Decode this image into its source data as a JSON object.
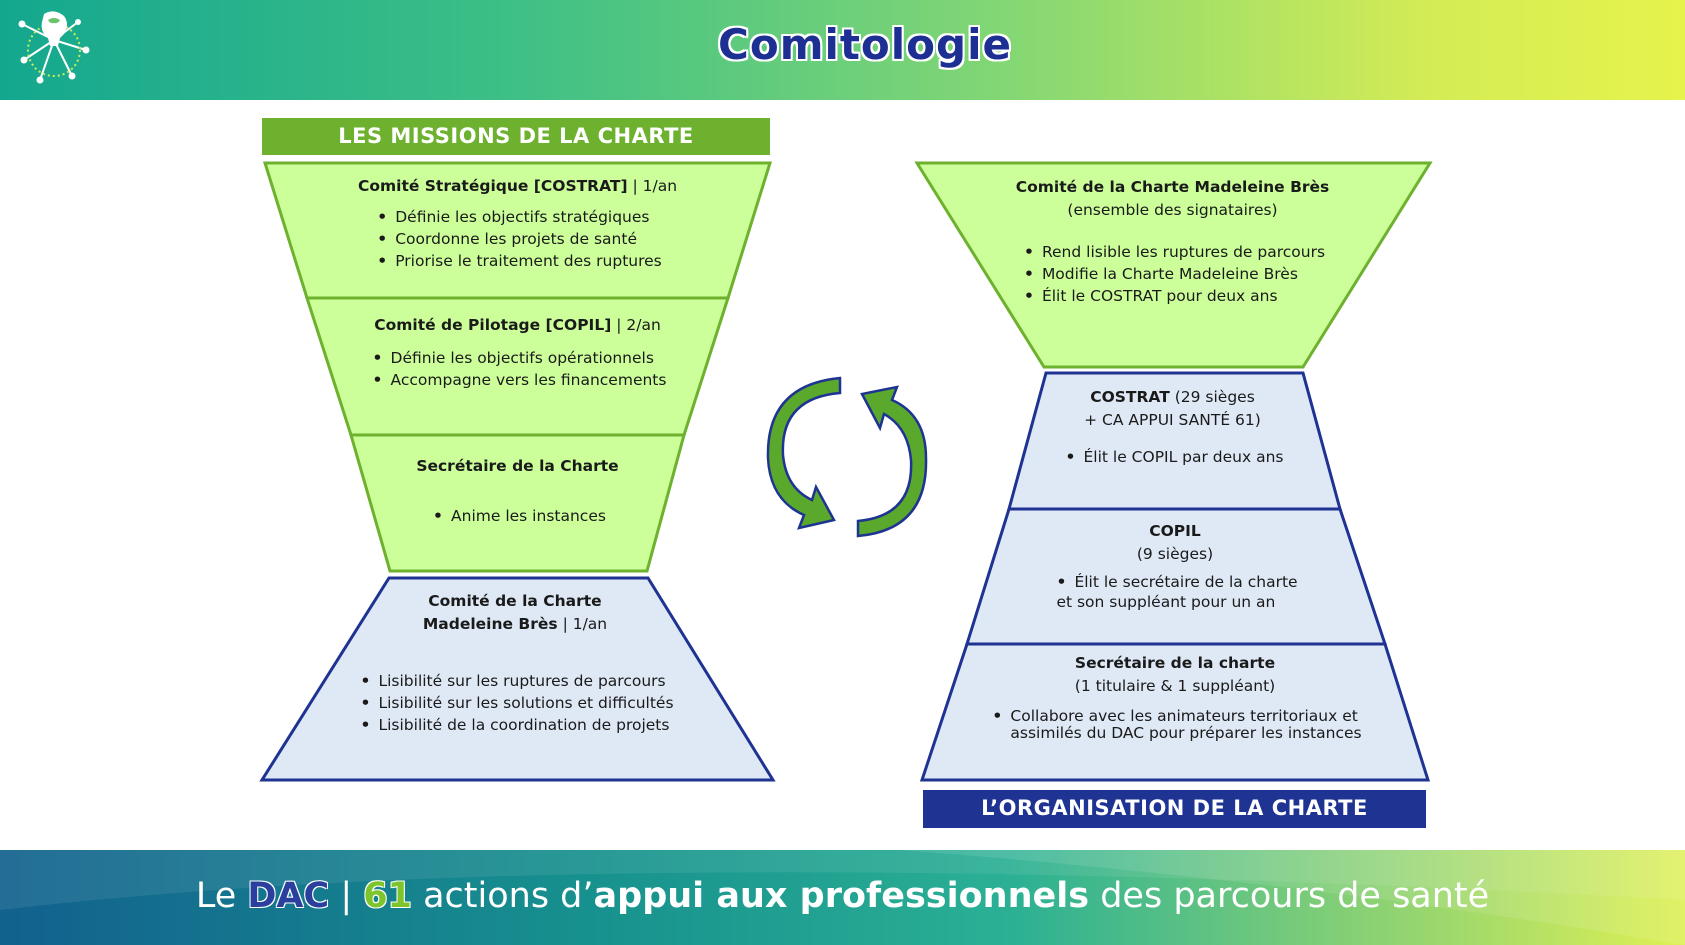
{
  "header": {
    "title": "Comitologie",
    "logo_icon": "network-person-logo-icon"
  },
  "left": {
    "banner": "LES MISSIONS DE LA CHARTE",
    "banner_color": "#6db12e",
    "fill_green": "#ccff99",
    "stroke_green": "#6db12e",
    "costrat": {
      "title": "Comité Stratégique [COSTRAT]",
      "freq": " | 1/an",
      "items": [
        "Définie les objectifs stratégiques",
        "Coordonne les projets de santé",
        "Priorise le traitement des ruptures"
      ]
    },
    "copil": {
      "title": "Comité de Pilotage [COPIL]",
      "freq": " | 2/an",
      "items": [
        "Définie les objectifs opérationnels",
        "Accompagne vers les financements"
      ]
    },
    "secretaire": {
      "title": "Secrétaire de la Charte",
      "items": [
        "Anime les instances"
      ]
    },
    "comite": {
      "title_line1": "Comité de la Charte",
      "title_line2": "Madeleine Brès",
      "freq": " | 1/an",
      "items": [
        "Lisibilité sur les ruptures de parcours",
        "Lisibilité sur les solutions et difficultés",
        "Lisibilité de la coordination de projets"
      ]
    }
  },
  "cycle_icon": "refresh-cycle-icon",
  "right": {
    "banner": "L’ORGANISATION DE LA CHARTE",
    "banner_color": "#1e3392",
    "fill_blue": "#dfe9f6",
    "stroke_blue": "#1e3392",
    "comite": {
      "title": "Comité de la Charte Madeleine Brès",
      "subtitle": "(ensemble des signataires)",
      "items": [
        "Rend lisible les ruptures de parcours",
        "Modifie la Charte Madeleine Brès",
        "Élit le COSTRAT pour deux ans"
      ]
    },
    "costrat": {
      "title": "COSTRAT",
      "seats": " (29 sièges",
      "line2": "+ CA APPUI SANTÉ 61)",
      "items": [
        "Élit le COPIL par deux ans"
      ]
    },
    "copil": {
      "title": "COPIL",
      "subtitle": "(9 sièges)",
      "note_line1": "Élit le secrétaire de la charte",
      "note_line2": "et son suppléant pour un an"
    },
    "secretaire": {
      "title": "Secrétaire de la charte",
      "subtitle": "(1 titulaire & 1 suppléant)",
      "note_line1": "Collabore avec les animateurs territoriaux et",
      "note_line2": "assimilés du DAC pour préparer les instances"
    }
  },
  "footer": {
    "prefix": "Le ",
    "dac": "DAC",
    "sep": " | ",
    "number": "61",
    "mid": " actions d’",
    "bold": "appui aux professionnels",
    "suffix": " des parcours de santé"
  }
}
